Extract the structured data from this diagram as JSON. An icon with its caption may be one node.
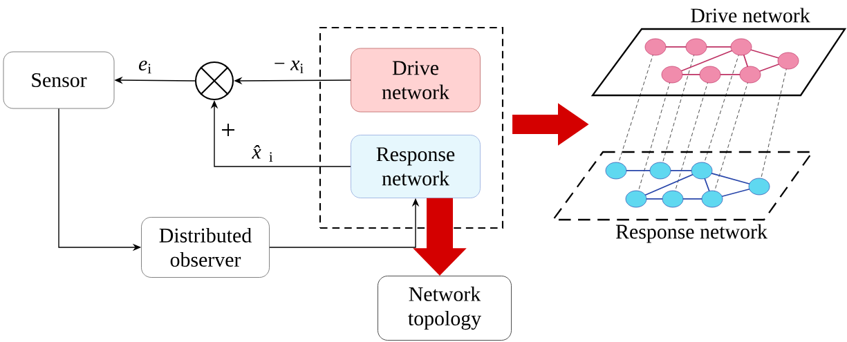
{
  "diagram": {
    "nodes": [
      {
        "text": [
          "Sensor"
        ]
      },
      {
        "text": [],
        "shape": "circle"
      },
      {
        "text": [],
        "shape": "box"
      },
      {
        "text": [
          "Drive network"
        ],
        "in": 2
      },
      {
        "text": [
          "Response network"
        ],
        "in": 2
      },
      {
        "text": [
          "Distributed observer"
        ]
      },
      {
        "text": [
          "Network topology"
        ]
      },
      {
        "text": [
          "Drive network"
        ]
      },
      {
        "text": [
          "Response network"
        ]
      }
    ],
    "edges": [
      {
        "from": 3,
        "to": 1,
        "arrow": "to",
        "label": "− *x*$_{i}$"
      },
      {
        "from": 4,
        "to": 1,
        "arrow": "to",
        "label": "*x̂*$_{i}$"
      },
      {
        "from": 1,
        "to": 0,
        "arrow": "to",
        "label": "*e*$_{i}$"
      },
      {
        "from": 0,
        "to": 5,
        "arrow": "to"
      },
      {
        "from": 5,
        "to": 4,
        "arrow": "to"
      },
      {
        "from": 4,
        "to": 6,
        "arrow": "to",
        "style": "thick",
        "color": "#d40000"
      },
      {
        "from": 2,
        "to": null,
        "arrow": "to",
        "style": "thick",
        "color": "#d40000"
      }
    ],
    "labels": [
      "+"
    ]
  }
}
